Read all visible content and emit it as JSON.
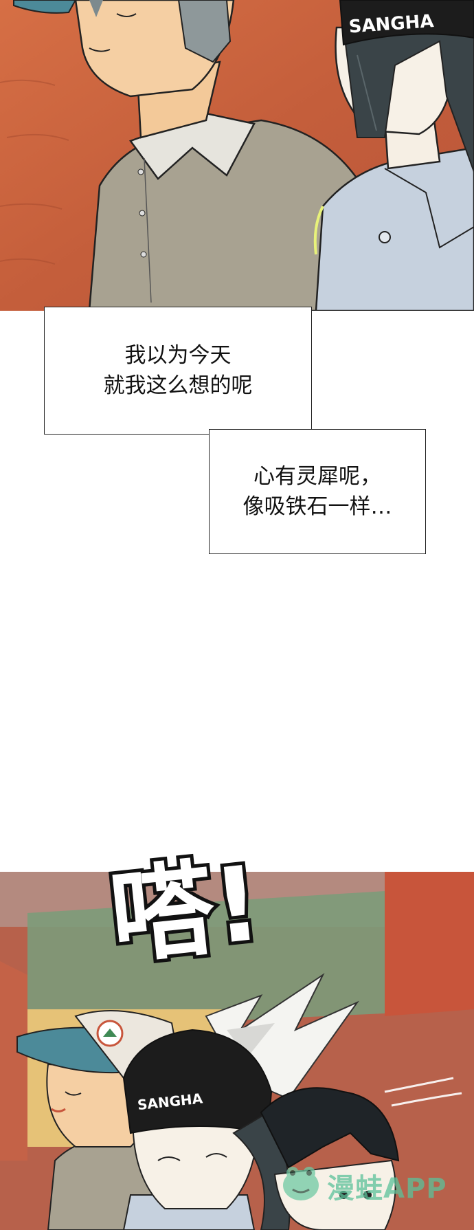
{
  "bubble_1": {
    "line_1": "我以为今天",
    "line_2": "就我这么想的呢"
  },
  "bubble_2": {
    "line_1": "心有灵犀呢，",
    "line_2": "像吸铁石一样…"
  },
  "sfx": "嗒!",
  "cap_text_top": "SANGHA",
  "cap_text_bottom": "SANGHA",
  "watermark": "漫蛙APP",
  "colors": {
    "background_warm": "#c9633f",
    "sweater": "#a8a291",
    "shirt_blue": "#c4cfdd",
    "hair": "#3a4448",
    "beanie": "#1c1c1c"
  }
}
